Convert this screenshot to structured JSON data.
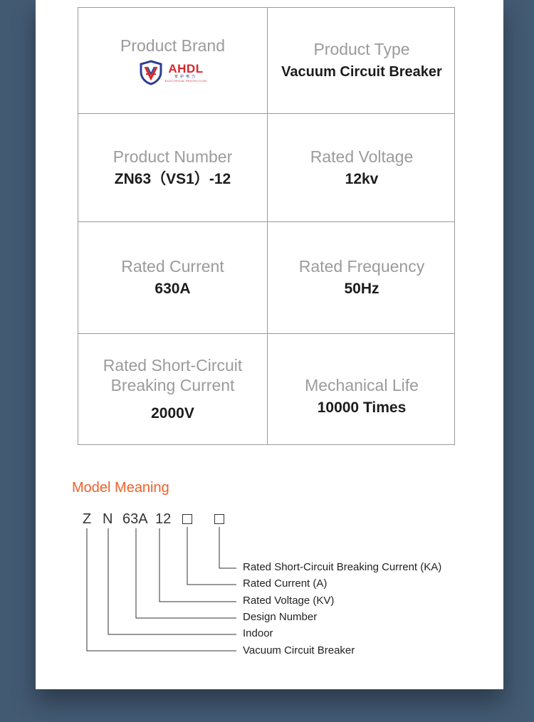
{
  "specs": {
    "brand_label": "Product Brand",
    "brand_logo": {
      "name": "AHDL",
      "cn": "安护电力",
      "sub": "ELECTRICAL PROTECTION",
      "colors": {
        "red": "#d8262b",
        "blue": "#2c3f8f"
      }
    },
    "type_label": "Product Type",
    "type_value": "Vacuum Circuit Breaker",
    "number_label": "Product Number",
    "number_value": "ZN63（VS1）-12",
    "voltage_label": "Rated Voltage",
    "voltage_value": "12kv",
    "current_label": "Rated Current",
    "current_value": "630A",
    "frequency_label": "Rated Frequency",
    "frequency_value": "50Hz",
    "short_circuit_label_1": "Rated Short-Circuit",
    "short_circuit_label_2": "Breaking Current",
    "short_circuit_value": "2000V",
    "mech_life_label": "Mechanical Life",
    "mech_life_value": "10000 Times"
  },
  "model_meaning": {
    "title": "Model Meaning",
    "title_color": "#f0602a",
    "code": {
      "z": "Z",
      "n": "N",
      "design": "63A",
      "voltage": "12"
    },
    "legend": [
      "Rated Short-Circuit Breaking Current (KA)",
      "Rated Current (A)",
      "Rated Voltage (KV)",
      "Design Number",
      "Indoor",
      "Vacuum Circuit Breaker"
    ]
  }
}
